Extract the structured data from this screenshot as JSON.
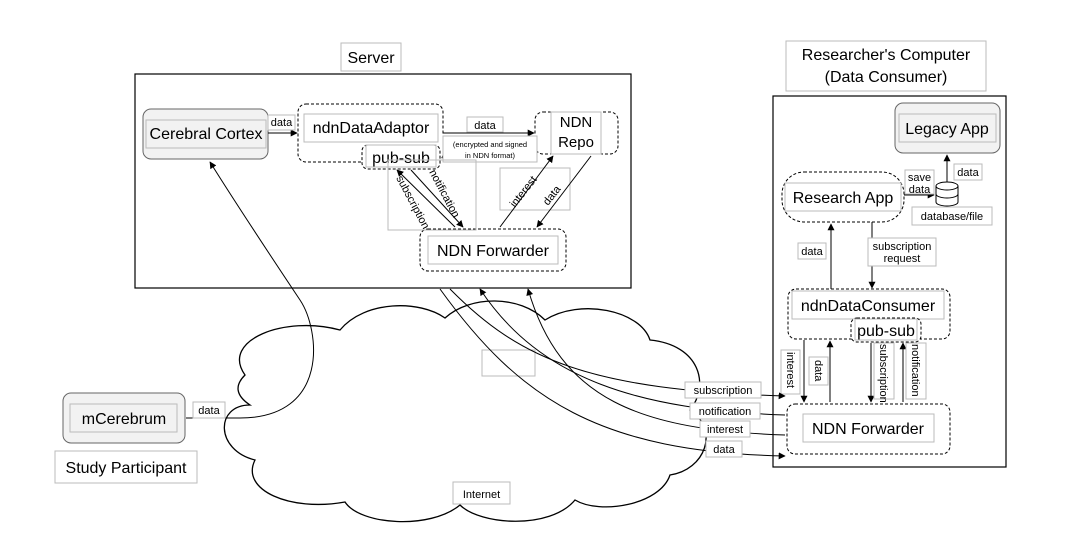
{
  "server": {
    "title": "Server",
    "cerebral_cortex": "Cerebral Cortex",
    "ndn_data_adaptor": "ndnDataAdaptor",
    "pub_sub": "pub-sub",
    "ndn_repo_line1": "NDN",
    "ndn_repo_line2": "Repo",
    "ndn_forwarder": "NDN Forwarder",
    "label_data_cortex": "data",
    "label_data_repo": "data",
    "label_encrypted_line1": "(encrypted and signed",
    "label_encrypted_line2": "in NDN format)",
    "label_subscription": "subscription",
    "label_notification": "notification",
    "label_interest": "interest",
    "label_data_forwarder": "data"
  },
  "researcher": {
    "title_line1": "Researcher's Computer",
    "title_line2": "(Data Consumer)",
    "legacy_app": "Legacy App",
    "research_app": "Research App",
    "database_file": "database/file",
    "save_line1": "save",
    "save_line2": "data",
    "label_data_legacy": "data",
    "label_data_app": "data",
    "subscription_request_line1": "subscription",
    "subscription_request_line2": "request",
    "ndn_data_consumer": "ndnDataConsumer",
    "pub_sub": "pub-sub",
    "label_interest": "interest",
    "label_data": "data",
    "label_subscription": "subscription",
    "label_notification": "notification",
    "ndn_forwarder": "NDN Forwarder"
  },
  "internet": {
    "label": "Internet",
    "label_subscription": "subscription",
    "label_notification": "notification",
    "label_interest": "interest",
    "label_data": "data"
  },
  "participant": {
    "mcerebrum": "mCerebrum",
    "label_data": "data",
    "study_participant": "Study Participant"
  }
}
